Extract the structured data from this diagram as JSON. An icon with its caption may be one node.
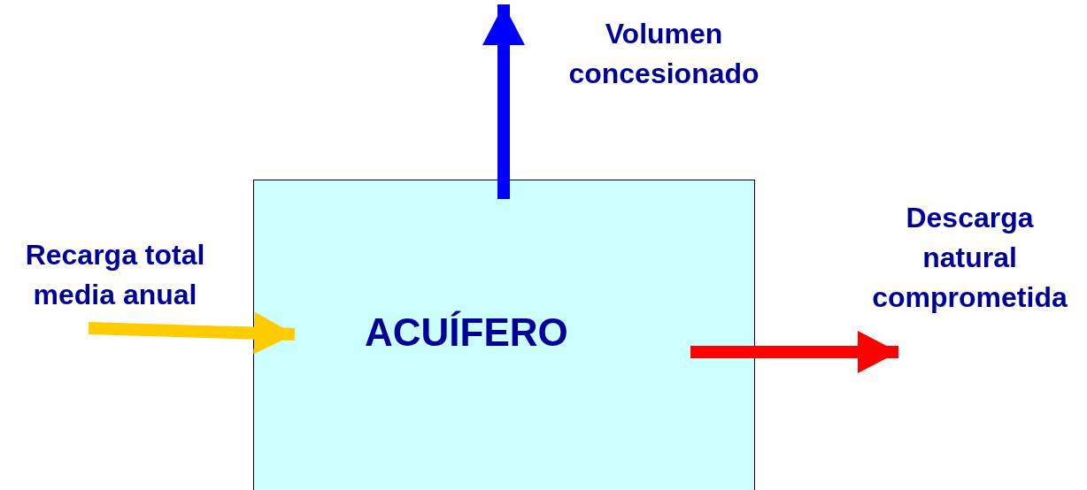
{
  "diagram": {
    "nodes": [
      {
        "text": [
          "ACUÍFERO"
        ]
      },
      {
        "text": [
          "Recarga total media anual"
        ]
      },
      {
        "text": [
          "Volumen concesionado"
        ]
      },
      {
        "text": [
          "Descarga natural comprometida"
        ]
      }
    ],
    "edges": [
      {
        "from": 1,
        "to": 0,
        "arrow": "to",
        "color": "#ffcc00"
      },
      {
        "from": 0,
        "to": 2,
        "arrow": "to",
        "color": "#0000ff"
      },
      {
        "from": 0,
        "to": 3,
        "arrow": "to",
        "color": "#ff0000"
      }
    ]
  }
}
